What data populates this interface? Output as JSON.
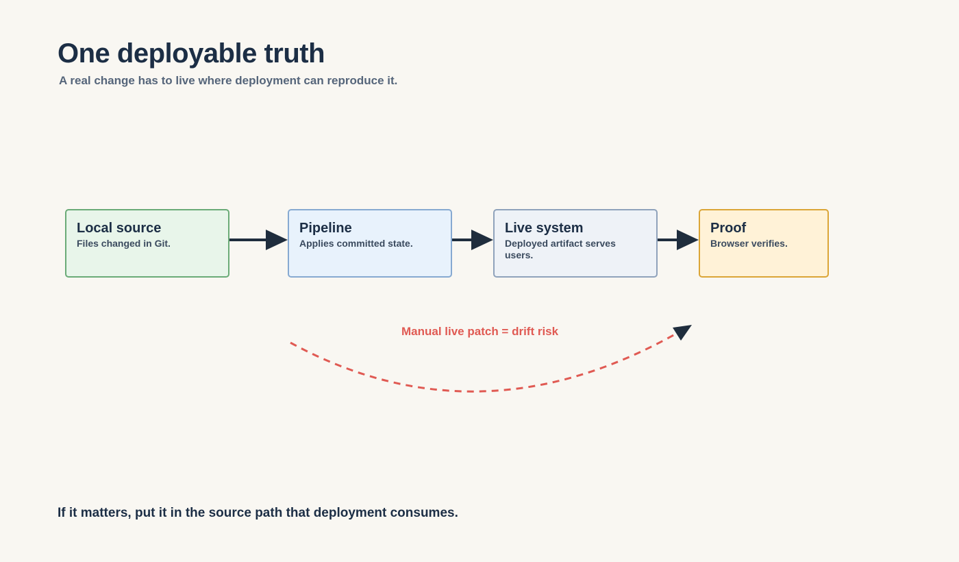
{
  "title": "One deployable truth",
  "subtitle": "A real change has to live where deployment can reproduce it.",
  "nodes": [
    {
      "title": "Local source",
      "description": "Files changed in Git."
    },
    {
      "title": "Pipeline",
      "description": "Applies committed state."
    },
    {
      "title": "Live system",
      "description": "Deployed artifact serves users."
    },
    {
      "title": "Proof",
      "description": "Browser verifies."
    }
  ],
  "drift": {
    "label": "Manual live patch = drift risk"
  },
  "footer": "If it matters, put it in the source path that deployment consumes.",
  "colors": {
    "background": "#f9f7f2",
    "ink": "#1c2e45",
    "arrow": "#1f2d3d",
    "drift": "#e05a53",
    "local_fill": "#e8f5ea",
    "local_border": "#6aab77",
    "pipeline_fill": "#e8f2fc",
    "pipeline_border": "#86a9d1",
    "live_fill": "#eef2f7",
    "live_border": "#8fa2bb",
    "proof_fill": "#fff2d7",
    "proof_border": "#dba536"
  }
}
